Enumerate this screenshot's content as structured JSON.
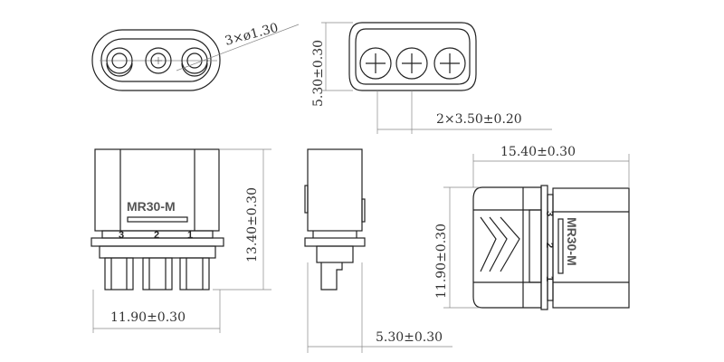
{
  "title": "MR30-M connector dimension drawing",
  "dimensions": {
    "hole_diameter": "3×ø1.30",
    "face_height": "5.30±0.30",
    "pin_pitch": "2×3.50±0.20",
    "front_height": "13.40±0.30",
    "front_width": "11.90±0.30",
    "side_depth": "5.30±0.30",
    "side_length": "15.40±0.30",
    "side_height": "11.90±0.30"
  },
  "labels": {
    "part_front": "MR30-M",
    "part_side": "MR30-M",
    "pins": [
      "3",
      "2",
      "1"
    ]
  }
}
